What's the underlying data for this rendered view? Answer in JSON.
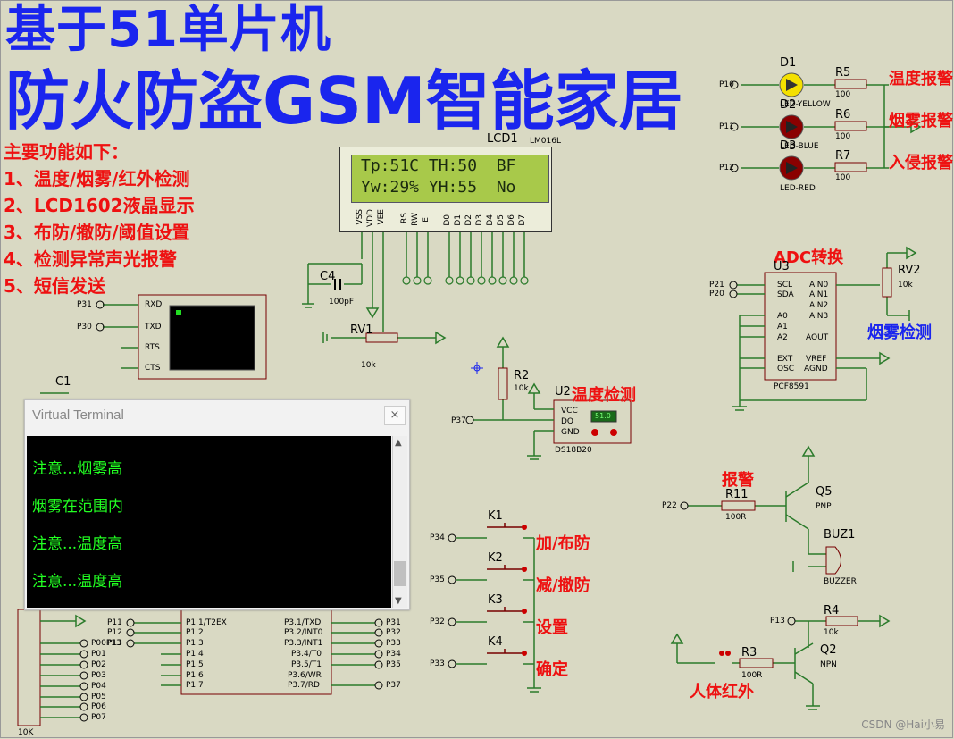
{
  "title": {
    "line1": "基于51单片机",
    "line2": "防火防盗GSM智能家居"
  },
  "features": [
    "主要功能如下：",
    "1、温度/烟雾/红外检测",
    "2、LCD1602液晶显示",
    "3、布防/撤防/阈值设置",
    "4、检测异常声光报警",
    "5、短信发送"
  ],
  "lcd": {
    "ref": "LCD1",
    "model": "LM016L",
    "row1": "Tp:51C TH:50  BF",
    "row2": "Yw:29% YH:55  No",
    "pins": [
      "VSS",
      "VDD",
      "VEE",
      "RS",
      "RW",
      "E",
      "D0",
      "D1",
      "D2",
      "D3",
      "D4",
      "D5",
      "D6",
      "D7"
    ]
  },
  "leds": [
    {
      "ref": "D1",
      "label": "LED-YELLOW",
      "port": "P10",
      "res": "R5",
      "val": "100",
      "alarm": "温度报警"
    },
    {
      "ref": "D2",
      "label": "LED-BLUE",
      "port": "P11",
      "res": "R6",
      "val": "100",
      "alarm": "烟雾报警"
    },
    {
      "ref": "D3",
      "label": "LED-RED",
      "port": "P12",
      "res": "R7",
      "val": "100",
      "alarm": "入侵报警"
    }
  ],
  "adc": {
    "title": "ADC转换",
    "ref": "U3",
    "model": "PCF8591",
    "left_pins": [
      "SCL",
      "SDA",
      "A0",
      "A1",
      "A2",
      "EXT",
      "OSC"
    ],
    "right_pins": [
      "AIN0",
      "AIN1",
      "AIN2",
      "AIN3",
      "AOUT",
      "VREF",
      "AGND"
    ],
    "ports": [
      "P21",
      "P20"
    ],
    "pot": "RV2",
    "pot_val": "10k",
    "smoke_label": "烟雾检测"
  },
  "temp": {
    "label": "温度检测",
    "ref": "U2",
    "model": "DS18B20",
    "reading": "51.0",
    "pins": [
      "VCC",
      "DQ",
      "GND"
    ],
    "res": "R2",
    "res_val": "10k",
    "port": "P37"
  },
  "cap": {
    "ref": "C4",
    "val": "100pF"
  },
  "pot1": {
    "ref": "RV1",
    "val": "10k"
  },
  "c1": "C1",
  "serial": {
    "pins": [
      "RXD",
      "TXD",
      "RTS",
      "CTS"
    ],
    "ports": [
      "P31",
      "P30"
    ]
  },
  "terminal": {
    "title": "Virtual Terminal",
    "close": "×",
    "lines": [
      "注意...烟雾高",
      "烟雾在范围内",
      "注意...温度高",
      "注意...温度高"
    ]
  },
  "keys": [
    {
      "ref": "K1",
      "port": "P34",
      "label": "加/布防"
    },
    {
      "ref": "K2",
      "port": "P35",
      "label": "减/撤防"
    },
    {
      "ref": "K3",
      "port": "P32",
      "label": "设置"
    },
    {
      "ref": "K4",
      "port": "P33",
      "label": "确定"
    }
  ],
  "buzzer": {
    "label": "报警",
    "res": "R11",
    "res_val": "100R",
    "port": "P22",
    "q": "Q5",
    "q_type": "PNP",
    "buz": "BUZ1",
    "buz_type": "BUZZER"
  },
  "pir": {
    "label": "人体红外",
    "res": "R3",
    "res_val": "100R",
    "q": "Q2",
    "q_type": "NPN",
    "r4": "R4",
    "r4_val": "10k",
    "port": "P13"
  },
  "mcu": {
    "left_pins": [
      "P1.1/T2EX",
      "P1.2",
      "P1.3",
      "P1.4",
      "P1.5",
      "P1.6",
      "P1.7"
    ],
    "right_pins": [
      "P3.1/TXD",
      "P3.2/INT0",
      "P3.3/INT1",
      "P3.4/T0",
      "P3.5/T1",
      "P3.6/WR",
      "P3.7/RD"
    ],
    "left_ports": [
      "P11",
      "P12",
      "P13"
    ],
    "right_ports": [
      "P31",
      "P32",
      "P33",
      "P34",
      "P35",
      "P37"
    ]
  },
  "respack": {
    "ref": "10K",
    "ports": [
      "P00P13",
      "P01",
      "P02",
      "P03",
      "P04",
      "P05",
      "P06",
      "P07"
    ]
  },
  "watermark": "CSDN @Hai小易"
}
